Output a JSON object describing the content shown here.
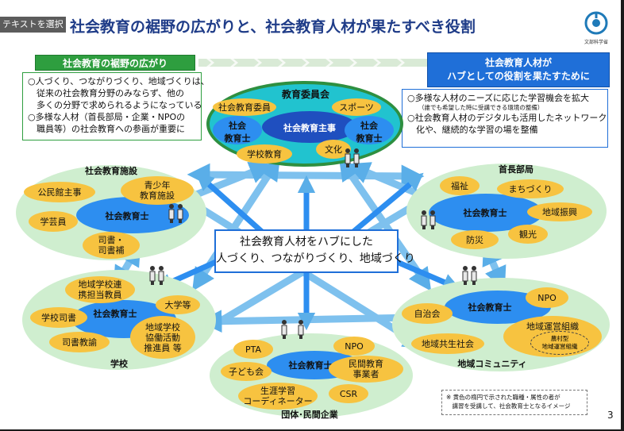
{
  "tag": "テキストを選択",
  "title": "社会教育の裾野の広がりと、社会教育人材が果たすべき役割",
  "org": "文部科学省",
  "page_number": "3",
  "left_panel": {
    "heading": "社会教育の裾野の広がり",
    "lines": [
      "○人づくり、つながりづくり、地域づくりは、",
      "　従来の社会教育分野のみならず、他の",
      "　多くの分野で求められるようになっている",
      "○多様な人材（首長部局・企業・NPOの",
      "　職員等）の社会教育への参画が重要に"
    ]
  },
  "right_panel": {
    "heading_line1": "社会教育人材が",
    "heading_line2": "ハブとしての役割を果たすために",
    "line1": "○多様な人材のニーズに応じた学習機会を拡大",
    "line1_note": "（誰でも希望した時に受講できる環境の整備）",
    "line2": "○社会教育人材のデジタルも活用したネットワーク",
    "line3": "　化や、継続的な学習の場を整備"
  },
  "hub": {
    "line1": "社会教育人材をハブにした",
    "line2": "人づくり、つながりづくり、地域づくり"
  },
  "committee": {
    "label": "教育委員会",
    "center": "社会教育主事",
    "staff_left_1": "社会",
    "staff_left_2": "教育士",
    "staff_right_1": "社会",
    "staff_right_2": "教育士",
    "roles": [
      "社会教育委員",
      "スポーツ",
      "学校教育",
      "文化"
    ]
  },
  "facility": {
    "label": "社会教育施設",
    "center": "社会教育士",
    "roles": [
      "公民館主事",
      "青少年\n教育施設",
      "学芸員",
      "司書・\n司書補"
    ]
  },
  "mayor": {
    "label": "首長部局",
    "center": "社会教育士",
    "roles": [
      "福祉",
      "まちづくり",
      "地域振興",
      "防災",
      "観光"
    ]
  },
  "school": {
    "label": "学校",
    "center": "社会教育士",
    "roles": [
      "地域学校連\n携担当教員",
      "大学等",
      "学校司書",
      "地域学校\n協働活動\n推進員 等",
      "司書教諭"
    ]
  },
  "community": {
    "label": "地域コミュニティ",
    "center": "社会教育士",
    "roles": [
      "NPO",
      "自治会",
      "地域運営組織",
      "地域共生社会"
    ],
    "sub_role": "農村型\n地域運営組織"
  },
  "org_group": {
    "label": "団体･民間企業",
    "center": "社会教育士",
    "roles": [
      "PTA",
      "NPO",
      "子ども会",
      "民間教育\n事業者",
      "生涯学習\nコーディネーター",
      "CSR"
    ]
  },
  "note": {
    "line1": "※ 黄色の楕円で示された職種・属性の者が",
    "line2": "　講習を受講して、社会教育士となるイメージ"
  },
  "colors": {
    "title": "#1f3c88",
    "green": "#2e9e3f",
    "blue": "#1f6fd8",
    "yellow": "#f7c340",
    "light_green": "#cfeecf",
    "arrow_blue": "#5aaee8"
  }
}
